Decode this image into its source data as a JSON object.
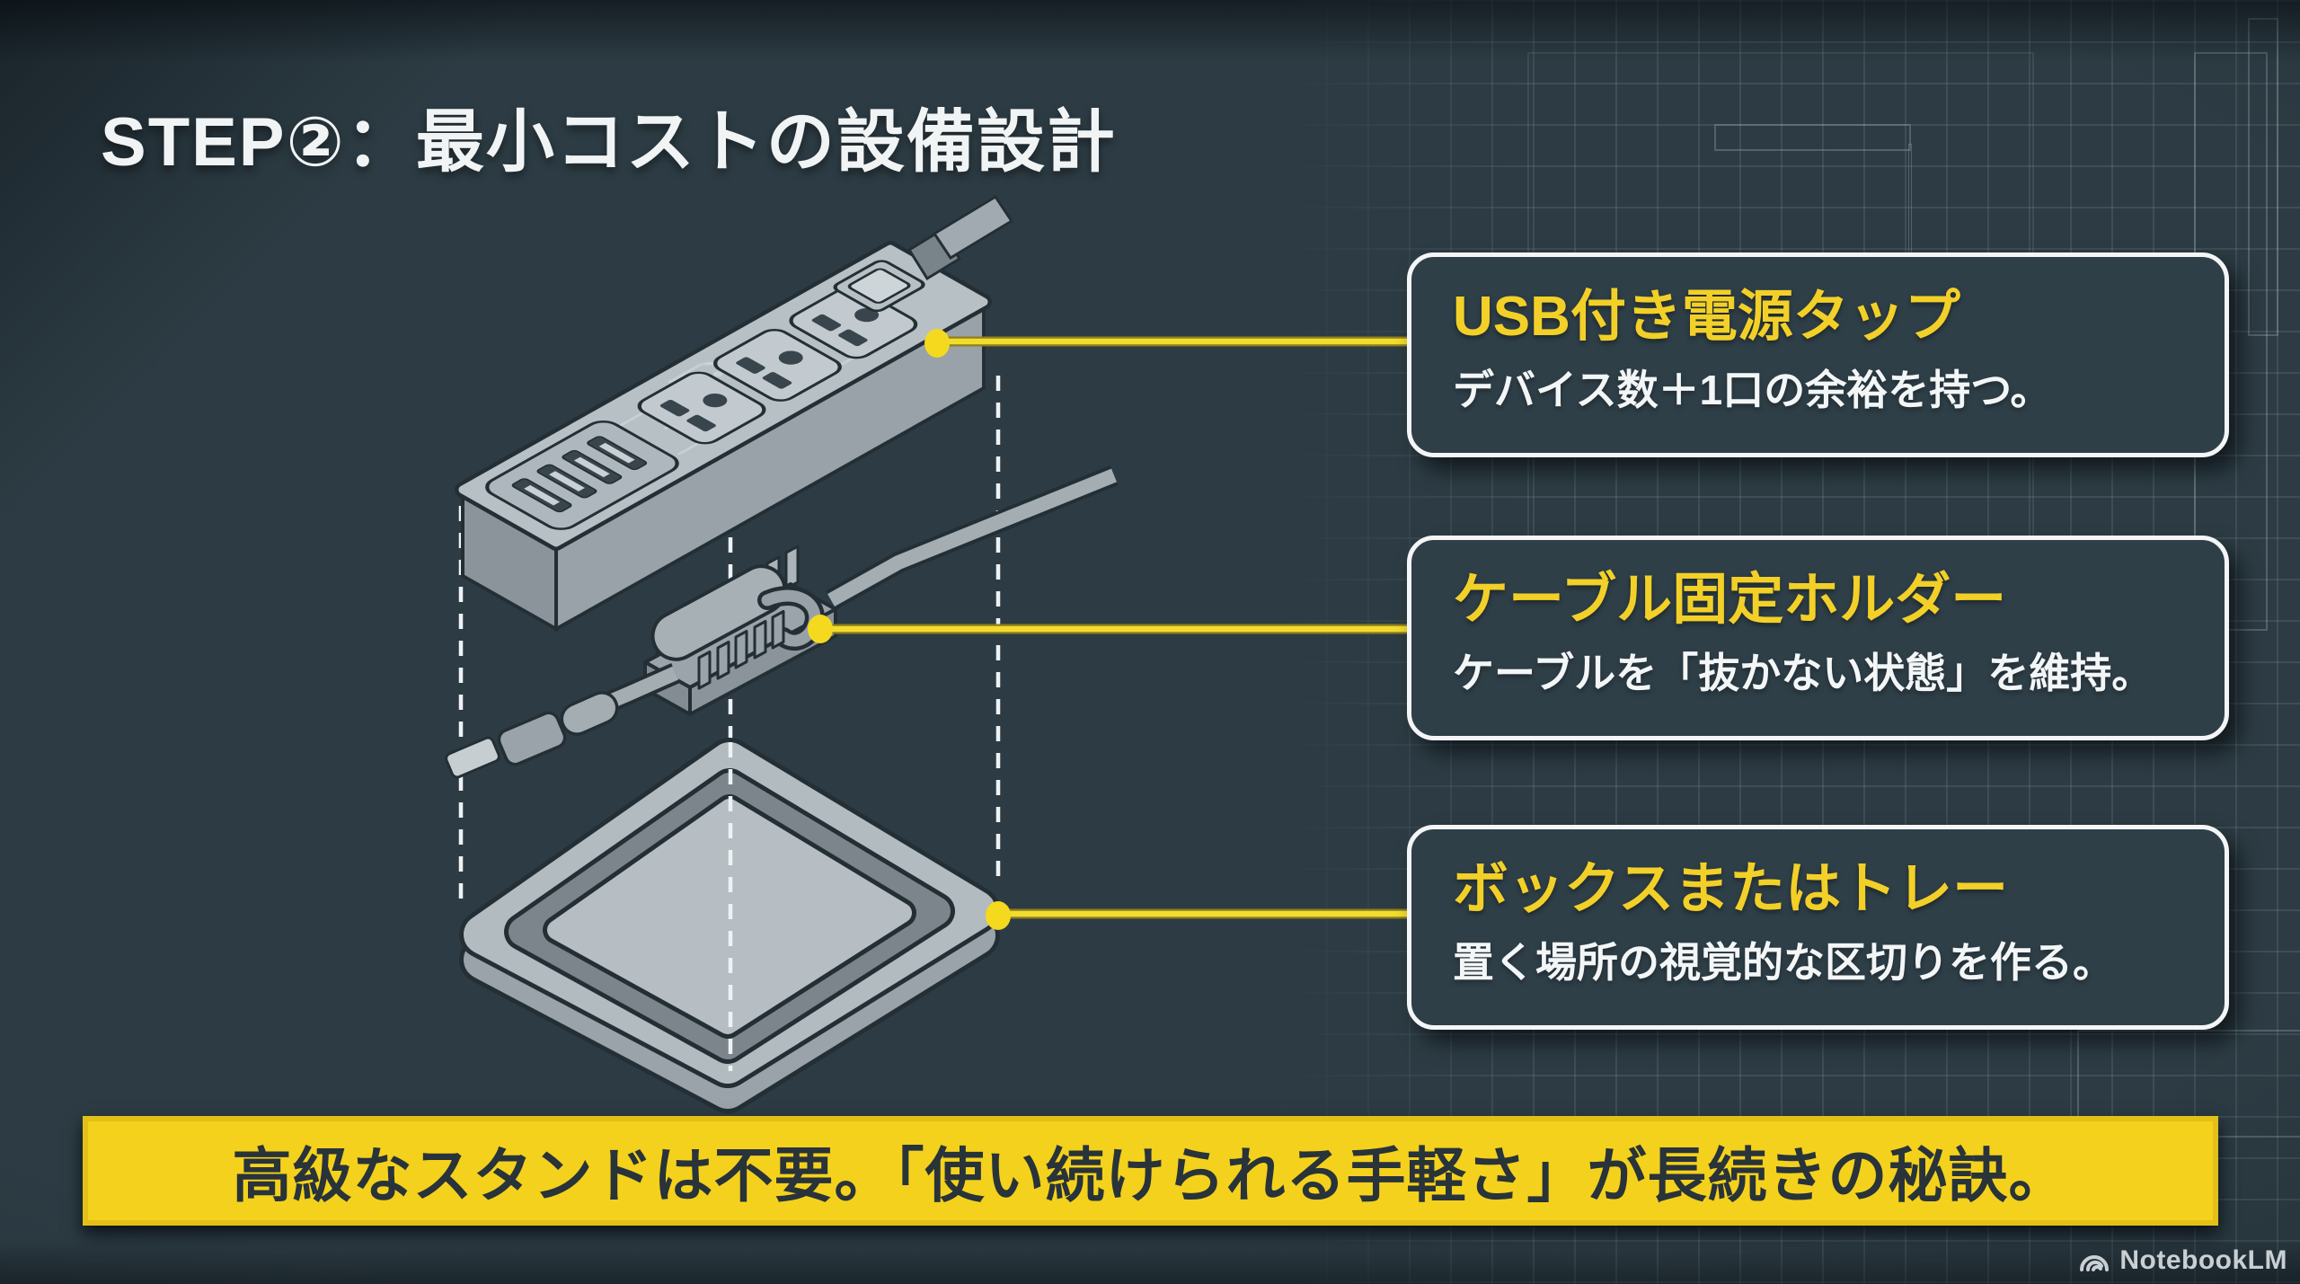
{
  "title": "STEP②：最小コストの設備設計",
  "callouts": [
    {
      "title": "USB付き電源タップ",
      "desc": "デバイス数＋1口の余裕を持つ。"
    },
    {
      "title": "ケーブル固定ホルダー",
      "desc": "ケーブルを「抜かない状態」を維持。"
    },
    {
      "title": "ボックスまたはトレー",
      "desc": "置く場所の視覚的な区切りを作る。"
    }
  ],
  "banner": "高級なスタンドは不要。「使い続けられる手軽さ」が長続きの秘訣。",
  "watermark": "NotebookLM",
  "colors": {
    "background": "#2d3c44",
    "accent_yellow": "#f2d321",
    "banner_yellow": "#f4d11c",
    "callout_title_yellow": "#f2d028",
    "callout_border_white": "#f3f5f6",
    "text_white": "#f1f4f5",
    "banner_text_dark": "#28333a",
    "illustration_gray": "#b7c0c5"
  },
  "illustration": {
    "parts": [
      "power-strip",
      "cable-holder",
      "tray"
    ],
    "icons": [
      "power-strip-icon",
      "cable-holder-icon",
      "tray-icon",
      "notebooklm-logo-icon"
    ]
  }
}
